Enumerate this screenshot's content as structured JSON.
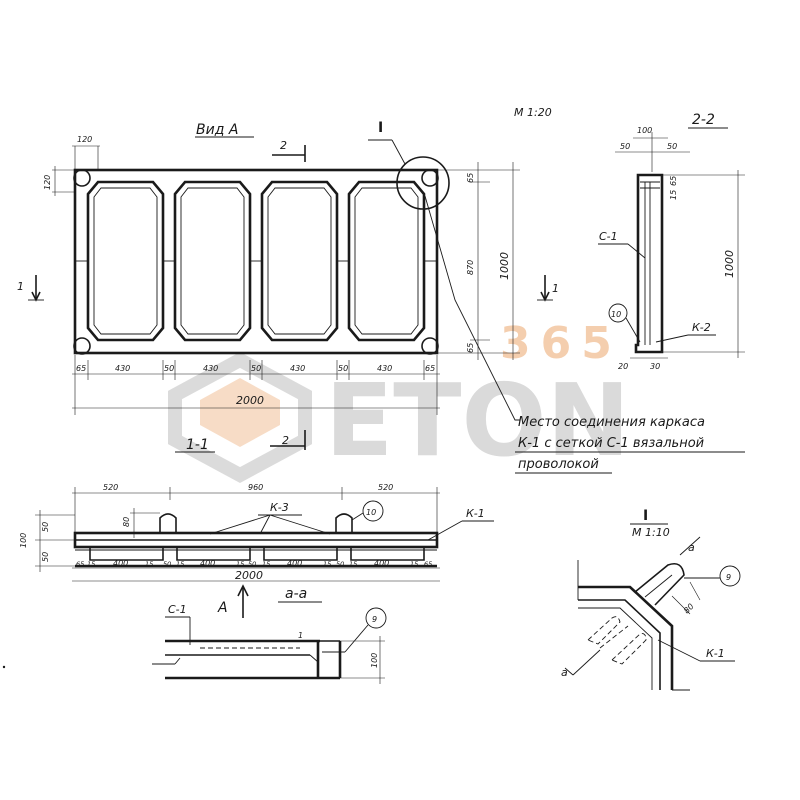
{
  "titles": {
    "view_a": "Вид А",
    "scale_main": "М 1:20",
    "section_2_2": "2-2",
    "node_I": "I",
    "node_I_title": "I",
    "node_I_scale": "М 1:10",
    "section_1_1": "1-1",
    "section_aa": "а-а"
  },
  "markers": {
    "section_2": "2",
    "section_1": "1",
    "view_arrow": "А",
    "a_cut": "а"
  },
  "note": {
    "line1": "Место соединения каркаса",
    "line2": "К-1 с сеткой С-1 вязальной",
    "line3": "проволокой"
  },
  "labels": {
    "c1": "С-1",
    "k1": "К-1",
    "k2": "К-2",
    "k3": "К-3",
    "pos9": "9",
    "pos10": "10"
  },
  "dims_plan": {
    "corner_w": "120",
    "corner_h": "120",
    "edge_top": "65",
    "clear_h": "870",
    "edge_bot": "65",
    "total_h": "1000",
    "bottom_chain": [
      "65",
      "430",
      "50",
      "430",
      "50",
      "430",
      "50",
      "430",
      "65"
    ],
    "total_w": "2000"
  },
  "dims_section22": {
    "width": "100",
    "half_l": "50",
    "half_r": "50",
    "top_a": "65",
    "top_b": "15",
    "height": "1000",
    "bot_h": "20",
    "bot_w": "30"
  },
  "dims_section11": {
    "top_chain": [
      "520",
      "960",
      "520"
    ],
    "loop_h": "80",
    "left_a": "50",
    "left_b": "100",
    "left_c": "50",
    "bottom_chain": [
      "65",
      "15",
      "400",
      "15",
      "50",
      "15",
      "400",
      "15",
      "50",
      "15",
      "400",
      "15",
      "50",
      "15",
      "400",
      "15",
      "65"
    ],
    "total": "2000"
  },
  "dims_node": {
    "loop": "80"
  },
  "dims_aa": {
    "height": "100",
    "small": "1"
  },
  "watermark": {
    "brand": "ETON",
    "number": "365"
  },
  "colors": {
    "ink": "#1a1a1a",
    "watermark_grey": "#cfcfcf",
    "watermark_orange": "#f3c9a6"
  }
}
